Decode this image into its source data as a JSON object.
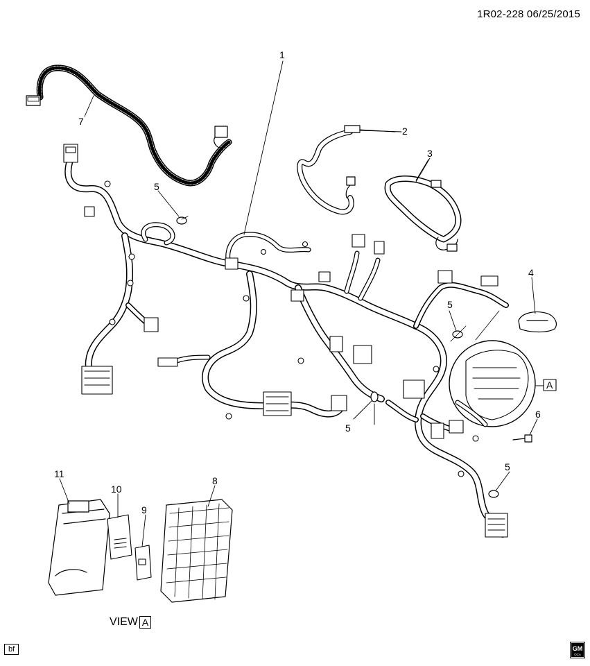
{
  "header": {
    "reference": "1R02-228  06/25/2015"
  },
  "callouts": {
    "c1": "1",
    "c2": "2",
    "c3": "3",
    "c4": "4",
    "c5a": "5",
    "c5b": "5",
    "c5c": "5",
    "c5d": "5",
    "c6": "6",
    "c7": "7",
    "c8": "8",
    "c9": "9",
    "c10": "10",
    "c11": "11"
  },
  "detail": {
    "marker": "A"
  },
  "view": {
    "text": "VIEW",
    "marker": "A"
  },
  "footer": {
    "code": "bf"
  },
  "logo": {
    "text_top": "GM",
    "text_bottom": "OCA"
  }
}
